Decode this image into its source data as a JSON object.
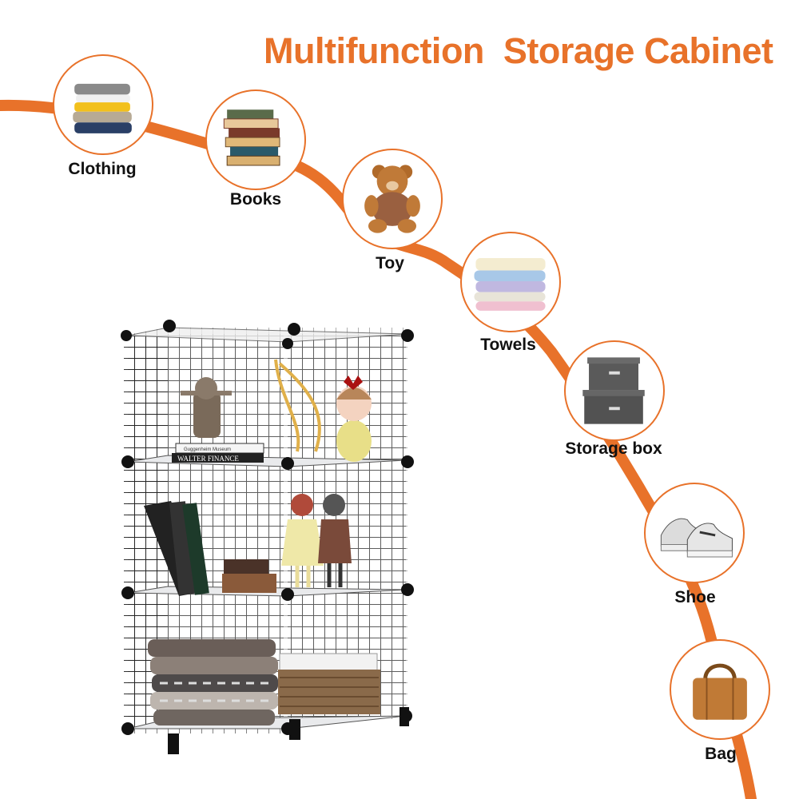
{
  "title": "Multifunction  Storage Cabinet",
  "accent_color": "#e8722a",
  "items": [
    {
      "label": "Clothing",
      "icon": "folded-clothes-icon"
    },
    {
      "label": "Books",
      "icon": "book-stack-icon"
    },
    {
      "label": "Toy",
      "icon": "teddy-bear-icon"
    },
    {
      "label": "Towels",
      "icon": "towel-stack-icon"
    },
    {
      "label": "Storage box",
      "icon": "storage-box-icon"
    },
    {
      "label": "Shoe",
      "icon": "sneakers-icon"
    },
    {
      "label": "Bag",
      "icon": "handbag-icon"
    }
  ],
  "cabinet": {
    "book_spines": [
      "WALTER FINANCE",
      "Guggenheim Museum"
    ]
  }
}
